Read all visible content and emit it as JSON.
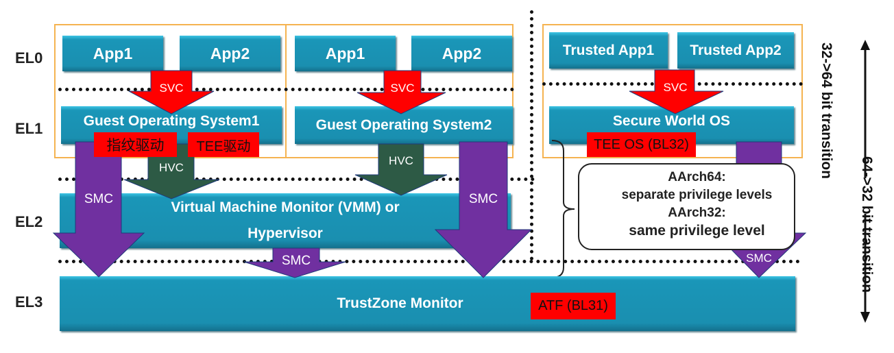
{
  "levels": {
    "el0": "EL0",
    "el1": "EL1",
    "el2": "EL2",
    "el3": "EL3"
  },
  "vm1": {
    "app1": "App1",
    "app2": "App2",
    "os": "Guest Operating System1"
  },
  "vm2": {
    "app1": "App1",
    "app2": "App2",
    "os": "Guest Operating System2"
  },
  "secure": {
    "app1": "Trusted App1",
    "app2": "Trusted App2",
    "os": "Secure World OS"
  },
  "hypervisor": {
    "line1": "Virtual Machine Monitor (VMM) or",
    "line2": "Hypervisor"
  },
  "monitor": "TrustZone Monitor",
  "note": {
    "l1": "AArch64:",
    "l2": "separate privilege levels",
    "l3": "AArch32:",
    "l4": "same privilege level"
  },
  "annotations": {
    "fingerprint_driver": "指纹驱动",
    "tee_driver": "TEE驱动",
    "tee_os": "TEE OS (BL32)",
    "atf": "ATF (BL31)"
  },
  "arrows": {
    "svc": "SVC",
    "hvc": "HVC",
    "smc": "SMC"
  },
  "transitions": {
    "up": "32->64 bit transition",
    "down": "64->32 bit transition"
  },
  "colors": {
    "box": "#1a96b8",
    "svc": "#ff0000",
    "hvc": "#2d5a45",
    "smc": "#7030a0",
    "frame": "#f5b350"
  }
}
